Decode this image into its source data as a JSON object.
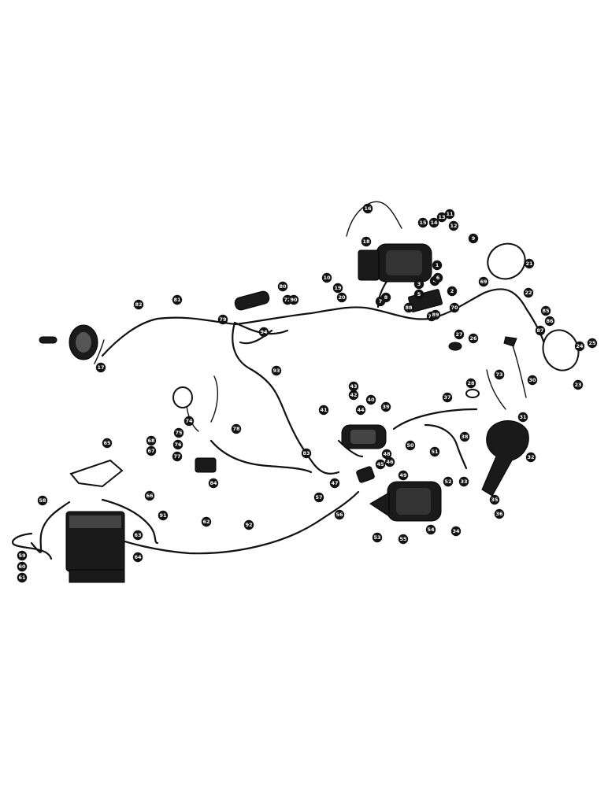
{
  "callouts": [
    "1",
    "2",
    "3",
    "4",
    "5",
    "6",
    "7",
    "8",
    "9",
    "10",
    "11",
    "12",
    "13",
    "14",
    "15",
    "16",
    "17",
    "18",
    "19",
    "20",
    "21",
    "22",
    "23",
    "24",
    "25",
    "26",
    "27",
    "28",
    "29",
    "30",
    "31",
    "32",
    "33",
    "34",
    "35",
    "36",
    "37",
    "38",
    "39",
    "40",
    "41",
    "42",
    "43",
    "44",
    "45",
    "46",
    "47",
    "48",
    "49",
    "50",
    "51",
    "52",
    "53",
    "54",
    "55",
    "56",
    "57",
    "58",
    "59",
    "60",
    "61",
    "62",
    "63",
    "64",
    "65",
    "66",
    "67",
    "68",
    "69",
    "70",
    "71",
    "72",
    "73",
    "74",
    "75",
    "76",
    "77",
    "78",
    "79",
    "80",
    "81",
    "82",
    "83",
    "84",
    "85",
    "86",
    "87",
    "88",
    "89",
    "90",
    "91",
    "92",
    "93",
    "94"
  ],
  "colors": {
    "ink": "#111111",
    "paper": "#ffffff",
    "label_text": "#ffffff"
  }
}
